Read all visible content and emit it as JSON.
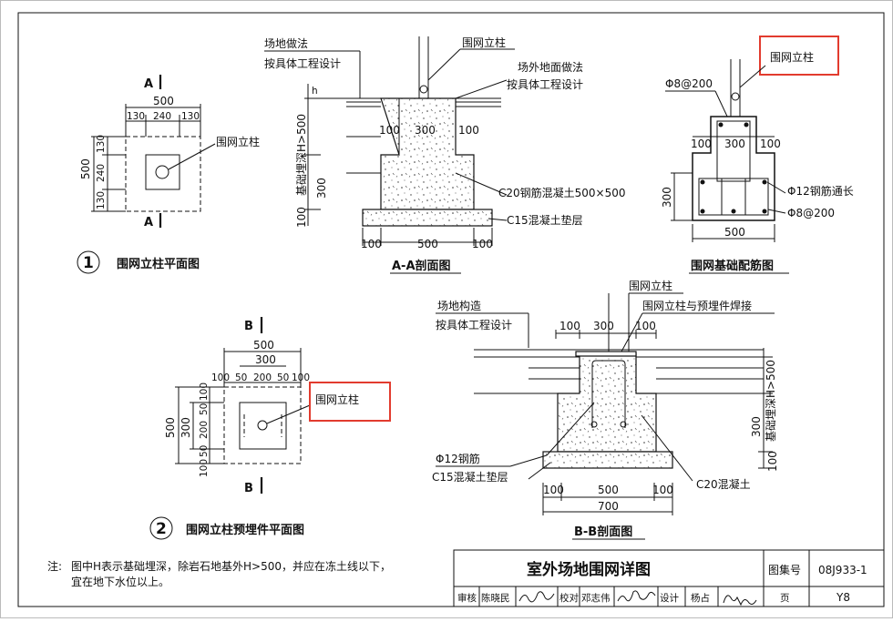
{
  "plan_view_1": {
    "section_mark_top": "A",
    "section_mark_bottom": "A",
    "dim_total_width": "500",
    "dim_width_parts": [
      "130",
      "240",
      "130"
    ],
    "dim_total_height": "500",
    "dim_height_parts": [
      "130",
      "240",
      "130"
    ],
    "post_label": "围网立柱",
    "title_number": "1",
    "title": "围网立柱平面图"
  },
  "plan_view_2": {
    "section_mark_top": "B",
    "section_mark_bottom": "B",
    "dim_total_width": "500",
    "dim_inner_width": "300",
    "dim_width_parts": [
      "100",
      "50",
      "200",
      "50",
      "100"
    ],
    "dim_total_height": "500",
    "dim_inner_height": "300",
    "dim_height_parts": [
      "100",
      "50",
      "200",
      "50",
      "100"
    ],
    "post_label": "围网立柱",
    "title_number": "2",
    "title": "围网立柱预埋件平面图"
  },
  "section_aa": {
    "label_site_method": "场地做法",
    "label_per_project": "按具体工程设计",
    "label_post": "围网立柱",
    "label_outside_ground": "场外地面做法",
    "label_outside_per_project": "按具体工程设计",
    "dim_h": "h",
    "dim_depth": "基础埋深H>500",
    "dim_300": "300",
    "dim_100": "100",
    "dim_top": [
      "100",
      "300",
      "100"
    ],
    "label_c20": "C20钢筋混凝土500×500",
    "label_c15": "C15混凝土垫层",
    "dim_bottom": [
      "100",
      "500",
      "100"
    ],
    "title": "A-A剖面图"
  },
  "rebar_detail": {
    "label_post": "围网立柱",
    "label_stirrup_top": "Φ8@200",
    "dim_top": [
      "100",
      "300",
      "100"
    ],
    "label_main_bar": "Φ12钢筋通长",
    "label_stirrup": "Φ8@200",
    "dim_height": "300",
    "dim_width": "500",
    "title": "围网基础配筋图"
  },
  "section_bb": {
    "label_post": "围网立柱",
    "label_weld": "围网立柱与预埋件焊接",
    "label_site_structure": "场地构造",
    "label_per_project": "按具体工程设计",
    "dim_top": [
      "100",
      "300",
      "100"
    ],
    "dim_depth": "基础埋深H>500",
    "dim_300": "300",
    "dim_100": "100",
    "label_bar": "Φ12钢筋",
    "label_c15": "C15混凝土垫层",
    "label_c20": "C20混凝土",
    "dim_bottom": [
      "100",
      "500",
      "100"
    ],
    "dim_total": "700",
    "title": "B-B剖面图"
  },
  "note": {
    "prefix": "注:",
    "line1": "图中H表示基础埋深，除岩石地基外H>500，并应在冻土线以下，",
    "line2": "宜在地下水位以上。"
  },
  "title_block": {
    "drawing_title": "室外场地围网详图",
    "atlas_label": "图集号",
    "atlas_number": "08J933-1",
    "review_label": "审核",
    "reviewer": "陈晓民",
    "check_label": "校对",
    "checker": "邓志伟",
    "design_label": "设计",
    "designer": "杨占",
    "page_label": "页",
    "page_number": "Y8"
  },
  "colors": {
    "ink": "#111111",
    "highlight": "#e23b2e",
    "paper": "#ffffff"
  }
}
